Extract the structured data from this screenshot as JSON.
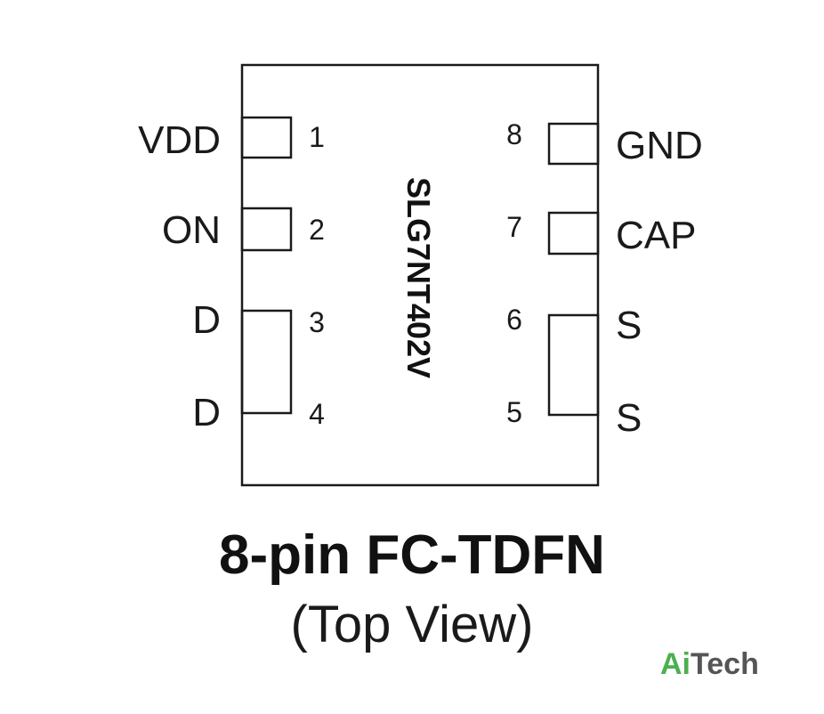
{
  "package": {
    "part_number": "SLG7NT402V",
    "title": "8-pin FC-TDFN",
    "view": "(Top View)"
  },
  "pins": {
    "left": [
      {
        "number": "1",
        "name": "VDD"
      },
      {
        "number": "2",
        "name": "ON"
      },
      {
        "number": "3",
        "name": "D"
      },
      {
        "number": "4",
        "name": "D"
      }
    ],
    "right": [
      {
        "number": "8",
        "name": "GND"
      },
      {
        "number": "7",
        "name": "CAP"
      },
      {
        "number": "6",
        "name": "S"
      },
      {
        "number": "5",
        "name": "S"
      }
    ]
  },
  "watermark": {
    "prefix": "Ai",
    "suffix": "Tech",
    "prefix_color": "#4caf50",
    "suffix_color": "#555555"
  },
  "colors": {
    "stroke": "#1a1a1a",
    "background": "#ffffff"
  }
}
